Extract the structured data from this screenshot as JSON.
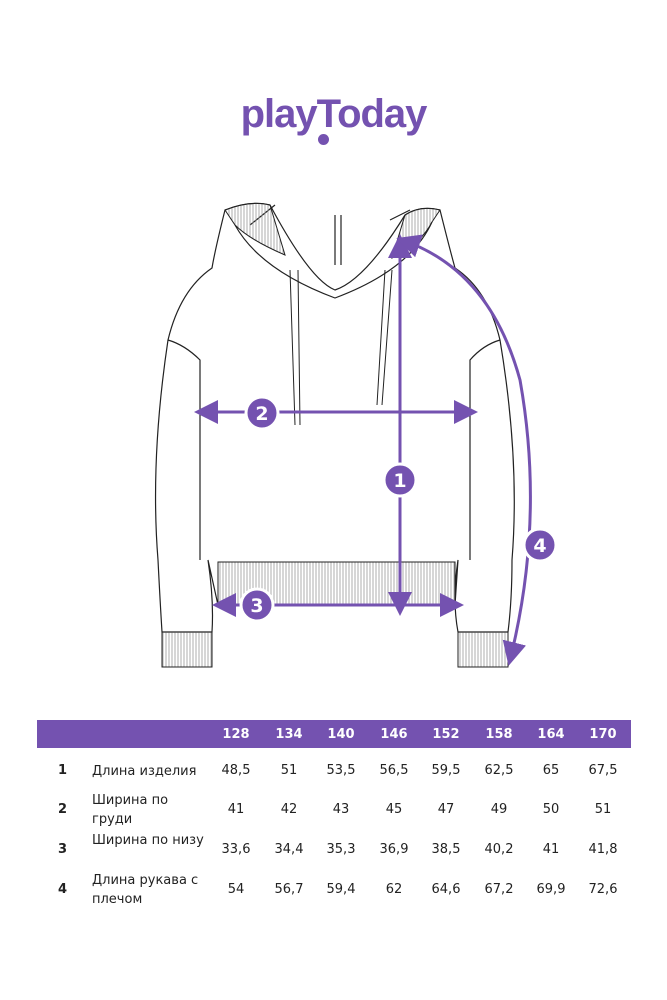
{
  "brand": {
    "logo_text": "playToday",
    "color": "#7452b0"
  },
  "markers": [
    "1",
    "2",
    "3",
    "4"
  ],
  "table": {
    "sizes": [
      "128",
      "134",
      "140",
      "146",
      "152",
      "158",
      "164",
      "170"
    ],
    "rows": [
      {
        "num": "1",
        "label": "Длина изделия",
        "values": [
          "48,5",
          "51",
          "53,5",
          "56,5",
          "59,5",
          "62,5",
          "65",
          "67,5"
        ]
      },
      {
        "num": "2",
        "label": "Ширина по груди",
        "values": [
          "41",
          "42",
          "43",
          "45",
          "47",
          "49",
          "50",
          "51"
        ]
      },
      {
        "num": "3",
        "label": "Ширина по низу",
        "values": [
          "33,6",
          "34,4",
          "35,3",
          "36,9",
          "38,5",
          "40,2",
          "41",
          "41,8"
        ]
      },
      {
        "num": "4",
        "label": "Длина рукава с плечом",
        "values": [
          "54",
          "56,7",
          "59,4",
          "62",
          "64,6",
          "67,2",
          "69,9",
          "72,6"
        ]
      }
    ]
  }
}
